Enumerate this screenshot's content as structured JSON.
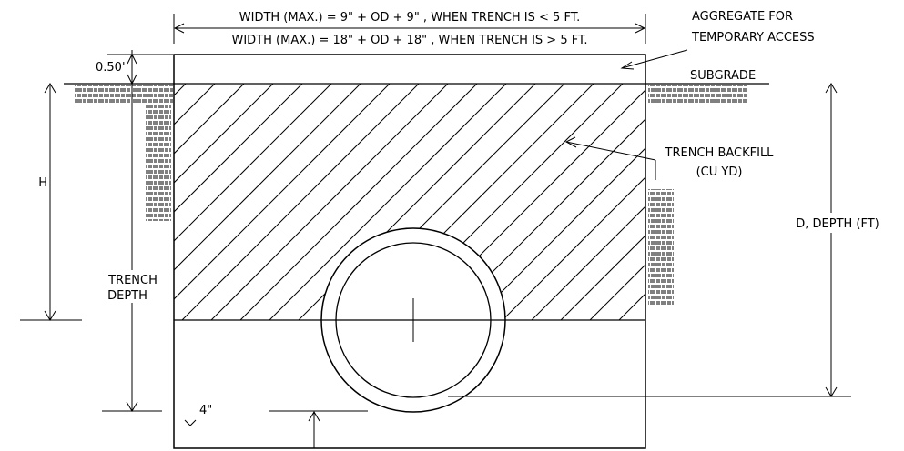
{
  "labels": {
    "width_small": "WIDTH (MAX.) = 9\" + OD + 9\" , WHEN TRENCH IS < 5 FT.",
    "width_large": "WIDTH (MAX.) = 18\" + OD + 18\" , WHEN TRENCH IS > 5 FT.",
    "aggregate_line1": "AGGREGATE FOR",
    "aggregate_line2": "TEMPORARY ACCESS",
    "subgrade": "SUBGRADE",
    "offset": "0.50'",
    "h": "H",
    "backfill_line1": "TRENCH BACKFILL",
    "backfill_line2": "(CU YD)",
    "depth": "D, DEPTH (FT)",
    "trench_depth_line1": "TRENCH",
    "trench_depth_line2": "DEPTH",
    "bedding": "4\""
  },
  "colors": {
    "line": "#000000",
    "background": "#ffffff"
  }
}
